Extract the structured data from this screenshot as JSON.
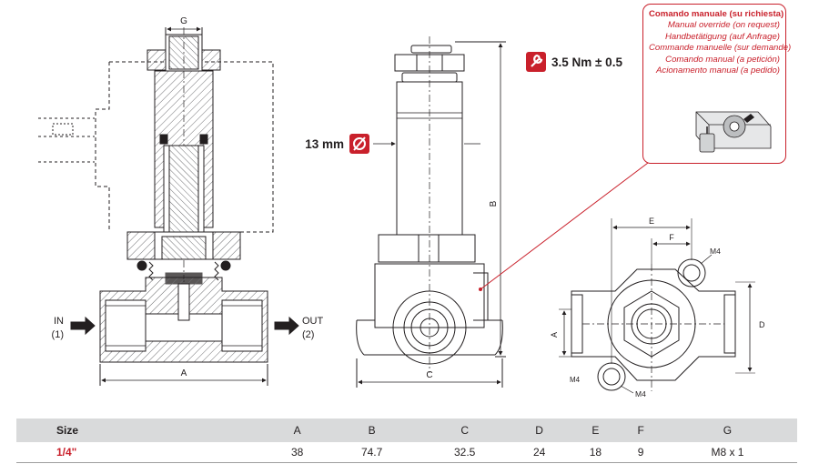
{
  "left_view": {
    "dim_g": "G",
    "dim_a": "A",
    "inlet_label": "IN",
    "inlet_port": "(1)",
    "outlet_label": "OUT",
    "outlet_port": "(2)"
  },
  "middle_view": {
    "torque": "3.5 Nm ± 0.5",
    "diameter": "13 mm",
    "dim_b": "B",
    "dim_c": "C"
  },
  "right_view": {
    "dim_e": "E",
    "dim_f": "F",
    "dim_a": "A",
    "dim_d": "D",
    "thread_top": "M4",
    "thread_bottom": "M4",
    "thread_bottom_left": "M4"
  },
  "manual_override": {
    "lines": [
      "Comando manuale (su richiesta)",
      "Manual override (on request)",
      "Handbetätigung (auf Anfrage)",
      "Commande manuelle (sur demande)",
      "Comando manual (a petición)",
      "Acionamento manual (a pedido)"
    ]
  },
  "spec_table": {
    "columns": [
      "Size",
      "A",
      "B",
      "C",
      "D",
      "E",
      "F",
      "G"
    ],
    "rows": [
      [
        "1/4\"",
        "38",
        "74.7",
        "32.5",
        "24",
        "18",
        "9",
        "M8 x 1"
      ]
    ]
  },
  "colors": {
    "accent_red": "#c9202b",
    "line": "#231f20",
    "header_gray": "#d9dadb"
  }
}
